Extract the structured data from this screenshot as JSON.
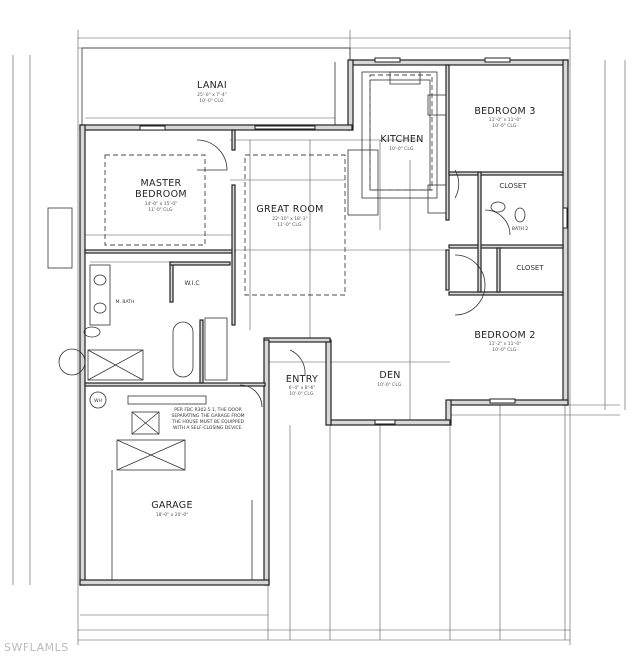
{
  "rooms": {
    "lanai": {
      "name": "LANAI",
      "size": "25'-0\" x 7'-4\"",
      "ceiling": "10'-0\" CLG."
    },
    "kitchen": {
      "name": "KITCHEN",
      "ceiling": "10'-0\" CLG."
    },
    "bedroom3": {
      "name": "BEDROOM 3",
      "size": "11'-0\" x 11'-0\"",
      "ceiling": "10'-0\" CLG."
    },
    "master": {
      "name": "MASTER BEDROOM",
      "name_line1": "MASTER",
      "name_line2": "BEDROOM",
      "size": "14'-0\" x 15'-0\"",
      "ceiling": "11'-0\" CLG."
    },
    "great_room": {
      "name": "GREAT ROOM",
      "size": "22'-10\" x 18'-3\"",
      "ceiling": "11'-0\" CLG."
    },
    "closet_b3": {
      "name": "CLOSET"
    },
    "bath2": {
      "name": "BATH 2"
    },
    "closet_b2": {
      "name": "CLOSET"
    },
    "wic": {
      "name": "W.I.C"
    },
    "master_bath": {
      "name": "M. BATH"
    },
    "bedroom2": {
      "name": "BEDROOM 2",
      "size": "11'-2\" x 11'-0\"",
      "ceiling": "10'-0\" CLG."
    },
    "entry": {
      "name": "ENTRY",
      "size": "6'-4\" x 8'-6\"",
      "ceiling": "10'-0\" CLG."
    },
    "den": {
      "name": "DEN",
      "ceiling": "10'-0\" CLG."
    },
    "garage": {
      "name": "GARAGE",
      "size": "18'-0\" x 20'-0\""
    },
    "water_heater": {
      "name": "WH"
    }
  },
  "notes": {
    "garage_door": [
      "PER FBC R302.5.1, THE DOOR",
      "SEPARATING THE GARAGE FROM",
      "THE HOUSE MUST BE EQUIPPED",
      "WITH A SELF-CLOSING DEVICE."
    ]
  },
  "watermark": "SWFLAMLS"
}
